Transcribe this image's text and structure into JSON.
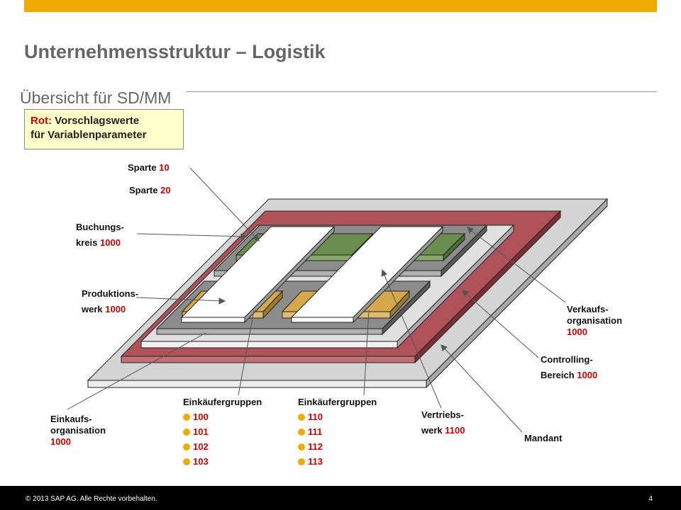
{
  "header": {
    "title": "Unternehmensstruktur – Logistik",
    "subtitle": "Übersicht für SD/MM"
  },
  "legend": {
    "key": "Rot:",
    "text_line1": "Vorschlagswerte",
    "text_line2": "für Variablenparameter"
  },
  "labels": {
    "sparte10": {
      "name": "Sparte",
      "value": "10"
    },
    "sparte20": {
      "name": "Sparte",
      "value": "20"
    },
    "buchungskreis": {
      "line1": "Buchungs-",
      "line2": "kreis",
      "value": "1000"
    },
    "produktionswerk": {
      "line1": "Produktions-",
      "line2": "werk",
      "value": "1000"
    },
    "verkaufsorganisation": {
      "line1": "Verkaufs-",
      "line2": "organisation",
      "value": "1000"
    },
    "controlling": {
      "line1": "Controlling-",
      "line2": "Bereich",
      "value": "1000"
    },
    "mandant": {
      "name": "Mandant"
    },
    "vertriebswerk": {
      "line1": "Vertriebs-",
      "line2": "werk",
      "value": "1100"
    },
    "einkaufsorganisation": {
      "line1": "Einkaufs-",
      "line2": "organisation",
      "value": "1000"
    }
  },
  "purchasing_groups": [
    {
      "title": "Einkäufergruppen",
      "items": [
        "100",
        "101",
        "102",
        "103"
      ]
    },
    {
      "title": "Einkäufergruppen",
      "items": [
        "110",
        "111",
        "112",
        "113"
      ]
    }
  ],
  "colors": {
    "accent": "#f0ab00",
    "value_red": "#cc0000",
    "mandant_gray": "#d4d4d4",
    "controlling_red": "#b0525a",
    "dark_gray": "#8c8c8c",
    "green": "#6b8e4e",
    "tan": "#d4a84b"
  },
  "footer": {
    "copyright": "© 2013 SAP AG. Alle Rechte vorbehalten.",
    "page_number": "4"
  }
}
